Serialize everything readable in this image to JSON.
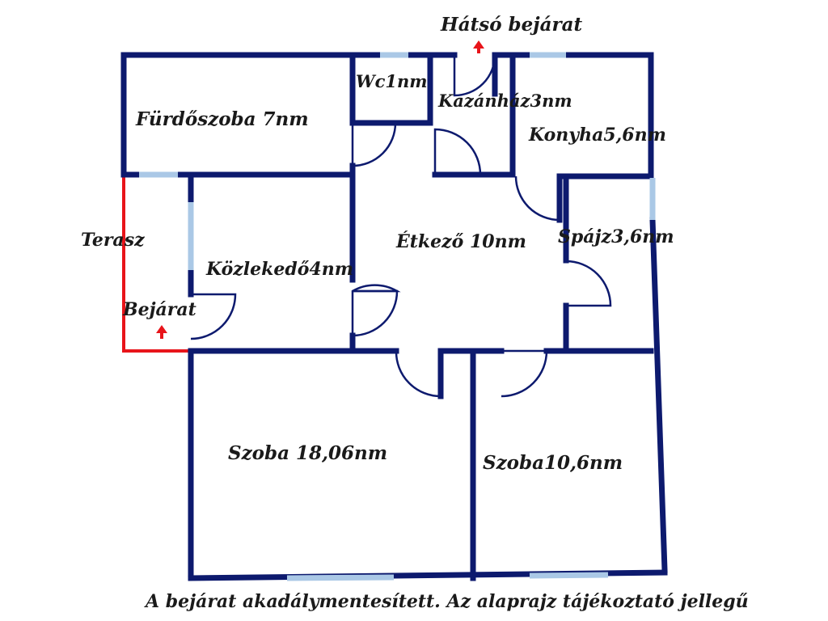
{
  "colors": {
    "wall": "#0d1a6e",
    "window": "#aac8e6",
    "terrace_outline": "#e8141a",
    "arrow": "#e8141a",
    "text": "#1a1a1a"
  },
  "labels": {
    "back_entrance": "Hátsó bejárat",
    "wc": "Wc1nm",
    "boiler_room": "Kazánház3nm",
    "bathroom": "Fürdőszoba 7nm",
    "kitchen": "Konyha5,6nm",
    "terrace": "Terasz",
    "dining": "Étkező 10nm",
    "pantry": "Spájz3,6nm",
    "hallway": "Közlekedő4nm",
    "entrance": "Bejárat",
    "room_large": "Szoba 18,06nm",
    "room_small": "Szoba10,6nm",
    "footnote": "A bejárat akadálymentesített. Az alaprajz tájékoztató jellegű"
  },
  "icons": {
    "entrance_arrow": "up-arrow-icon",
    "back_entrance_arrow": "up-arrow-icon"
  }
}
